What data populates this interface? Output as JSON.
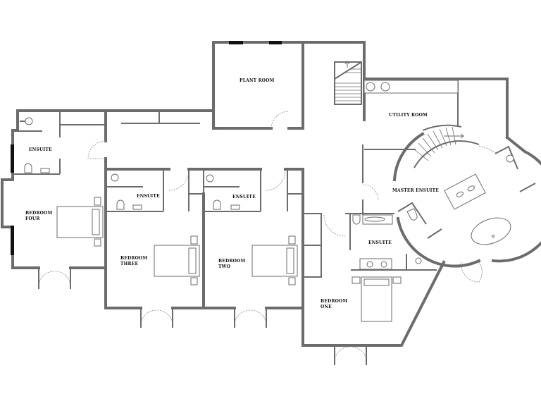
{
  "rooms": {
    "plant_room": "PLANT ROOM",
    "utility_room": "UTILITY ROOM",
    "ensuite_four": "ENSUITE",
    "bedroom_four": [
      "BEDROOM",
      "FOUR"
    ],
    "ensuite_three": "ENSUITE",
    "bedroom_three": [
      "BEDROOM",
      "THREE"
    ],
    "ensuite_two": "ENSUITE",
    "bedroom_two": [
      "BEDROOM",
      "TWO"
    ],
    "master_ensuite": "MASTER ENSUITE",
    "ensuite_one": "ENSUITE",
    "bedroom_one": [
      "BEDROOM",
      "ONE"
    ]
  },
  "colors": {
    "wall": "#6e6b6c",
    "window": "#111111",
    "background": "#ffffff"
  }
}
